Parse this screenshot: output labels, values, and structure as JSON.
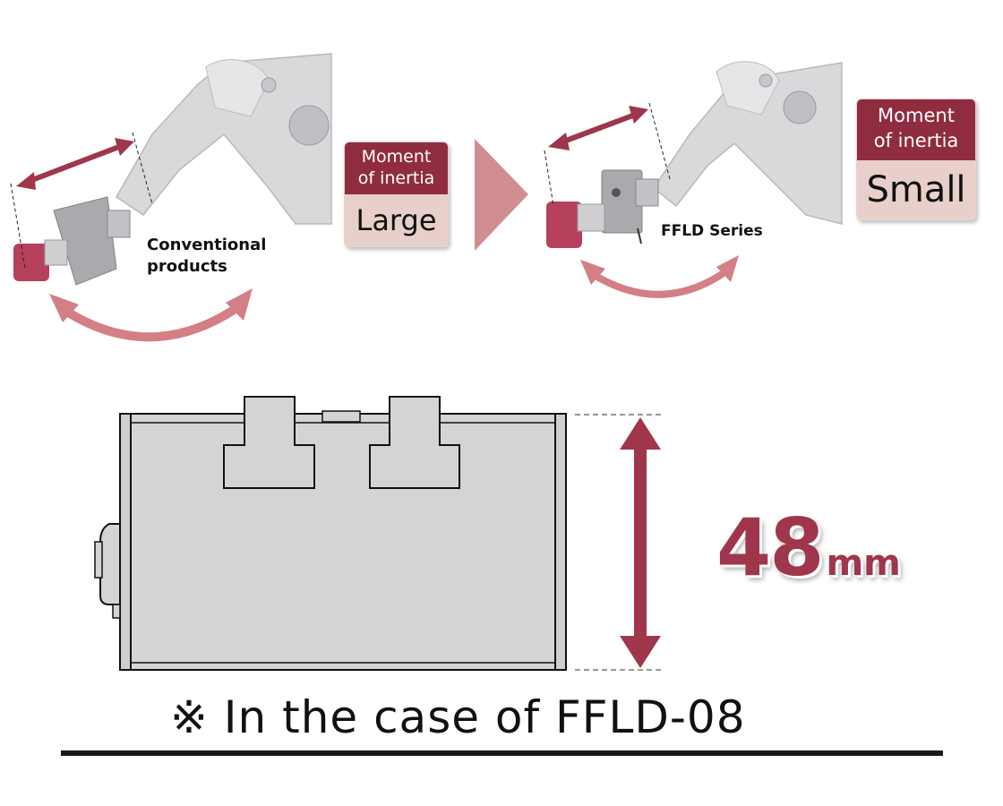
{
  "conventional": {
    "label": "Conventional\nproducts",
    "moi_title": "Moment\nof inertia",
    "moi_value": "Large"
  },
  "fflds": {
    "label": "FFLD Series",
    "moi_title": "Moment\nof inertia",
    "moi_value": "Small"
  },
  "dimension": {
    "value": "48",
    "unit": "mm"
  },
  "footnote": "※ In the case of FFLD-08",
  "colors": {
    "accent": "#a0364b",
    "box_top": "#8f2c3f",
    "box_bottom": "#e8cfc9",
    "arrow_soft": "#d47e86",
    "body_fill": "#d4d4d4"
  }
}
